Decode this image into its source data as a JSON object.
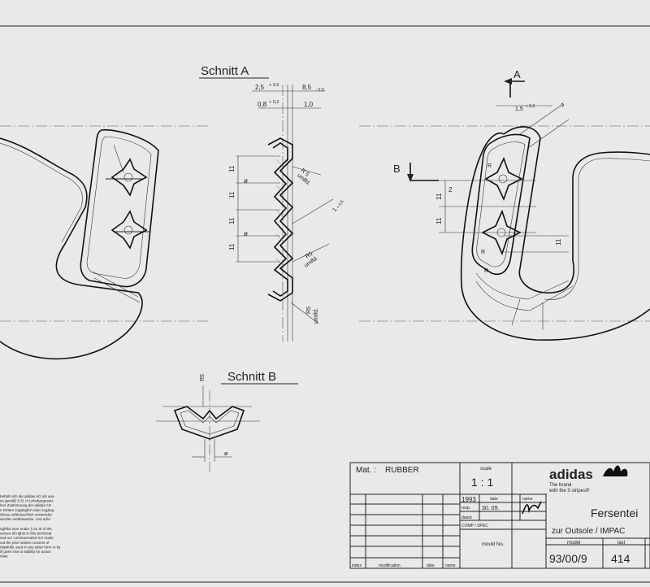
{
  "views": {
    "section_a_title": "Schnitt A",
    "section_b_title": "Schnitt B",
    "marker_a": "A",
    "marker_b": "B"
  },
  "dimensions": {
    "d_top1": "2,5",
    "d_top1_tol": "+ 0,5",
    "d_top2": "8,5",
    "d_top2_tol": "- 0,5",
    "d_08": "0,8",
    "d_08_tol": "+ 0,2",
    "d_10": "1,0",
    "d_11": "11",
    "d_phi": "ø",
    "d_r5": "R 5",
    "d_umlfd": "umlfd.",
    "d_r5b": "R5",
    "d_1": "1",
    "d_1_tol": "+ 0,5",
    "d_15": "1,5",
    "d_15_tol": "+ 0,2",
    "d_2": "2",
    "d_r": "R",
    "d_phi_right": "ø"
  },
  "title_block": {
    "material_label": "Mat. :",
    "material_value": "RUBBER",
    "scale_label": "scale",
    "scale_value": "1 : 1",
    "year": "1993",
    "date_label": "date",
    "name_label": "name",
    "resp_label": "resp.",
    "resp_date": "30. 09.",
    "dated_label": "dated",
    "comp_spec_label": "COMP / SPEC",
    "mould_no_label": "mould No.",
    "index_label": "index",
    "modification_label": "modification",
    "date_col_label": "date",
    "name_col_label": "name",
    "brand": "adidas",
    "brand_tagline_1": "The brand",
    "brand_tagline_2": "with the 3 stripes®",
    "part_title": "Fersentei",
    "part_subtitle": "zur Outsole / IMPAC",
    "model_label": "model",
    "model_value": "93/00/9",
    "last_label": "last",
    "last_value": "414"
  },
  "legal_de": "behält sich die adidas AG als aus-\nes gemäß § 31 III Urhebergesetz\nhne Zustimmung der adidas AG\nn Dritten zugänglich oder zugäng-\nWeise mißbräuchlich verwendet\nwerden wettbewerbs- und urhe-",
  "legal_en": "rightful user under § 31 III of the\nserves all rights in this technical\nsed nor communicated nor made\nout the prior written consent of\nnlawfully used in any other form or by\nill gives rise to liability for action\nnlaw."
}
